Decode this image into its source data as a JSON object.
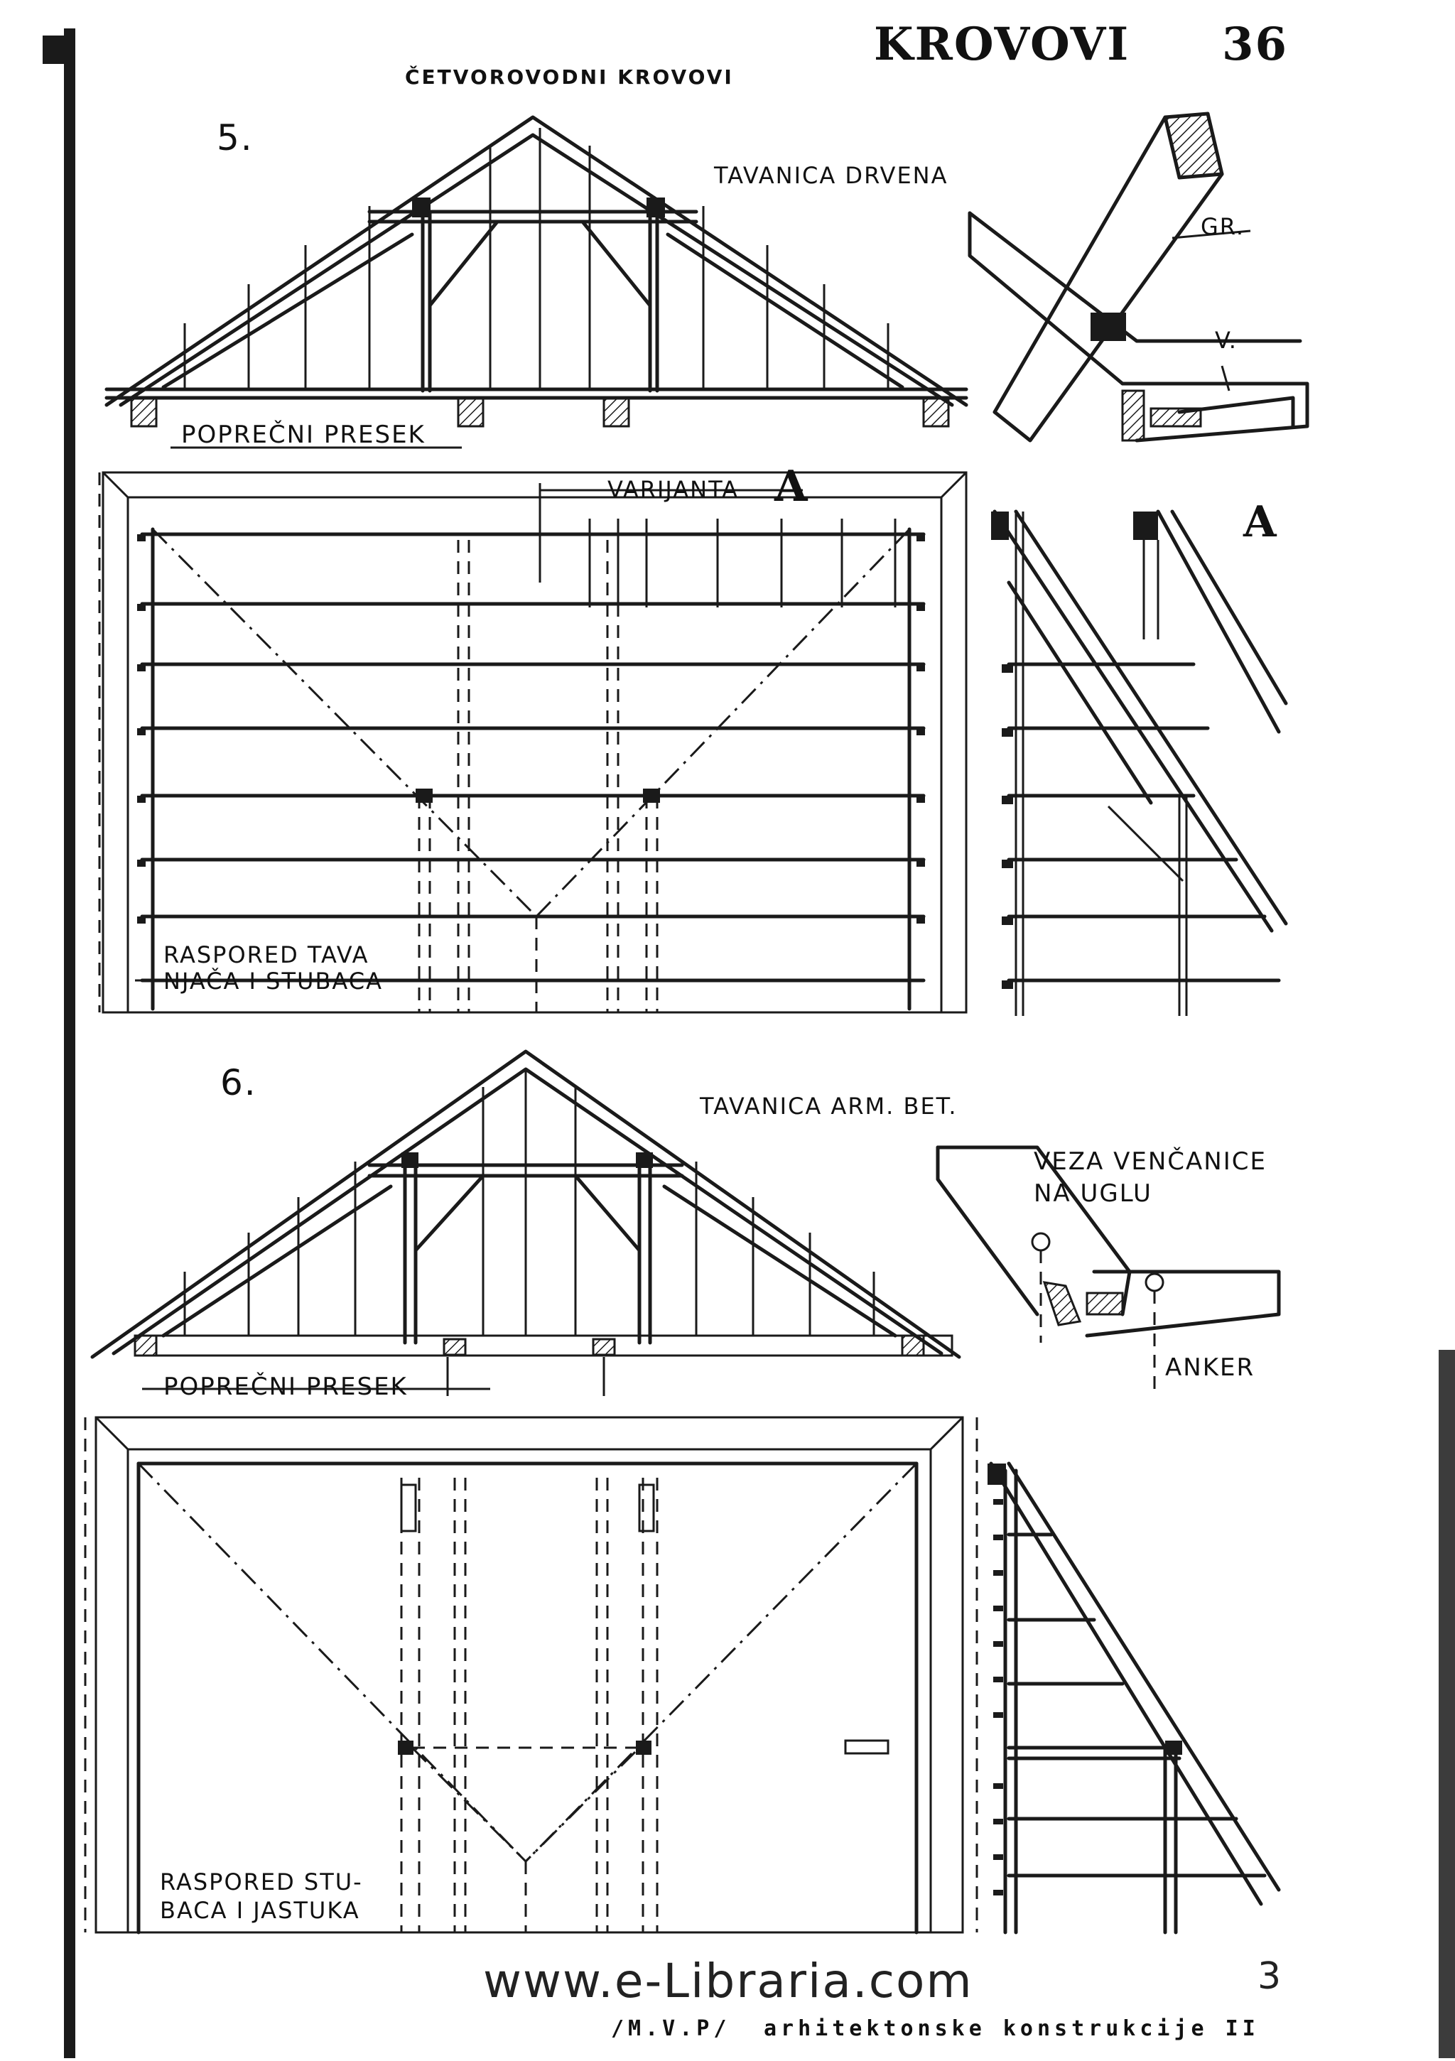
{
  "header": {
    "topic": "ČETVOROVODNI KROVOVI",
    "section": "KROVOVI",
    "sheet_number": "36"
  },
  "figure5": {
    "number": "5.",
    "floor_label": "TAVANICA DRVENA",
    "section_label": "POPREČNI PRESEK",
    "variant_label": "VARIJANTA",
    "variant_letter": "A",
    "detail_letter": "A",
    "detail_marks": [
      "GR.",
      "V."
    ],
    "plan_label_line1": "RASPORED TAVA",
    "plan_label_line2": "NJAČA I STUBACA"
  },
  "figure6": {
    "number": "6.",
    "floor_label": "TAVANICA ARM. BET.",
    "section_label": "POPREČNI PRESEK",
    "detail_label_line1": "VEZA VENČANICE",
    "detail_label_line2": "NA UGLU",
    "anchor_label": "ANKER",
    "plan_label_line1": "RASPORED STU-",
    "plan_label_line2": "BACA I JASTUKA"
  },
  "footer": {
    "website": "www.e-Libraria.com",
    "page": "3",
    "source_author": "/M.V.P/",
    "source_title": "arhitektonske konstrukcije II"
  }
}
